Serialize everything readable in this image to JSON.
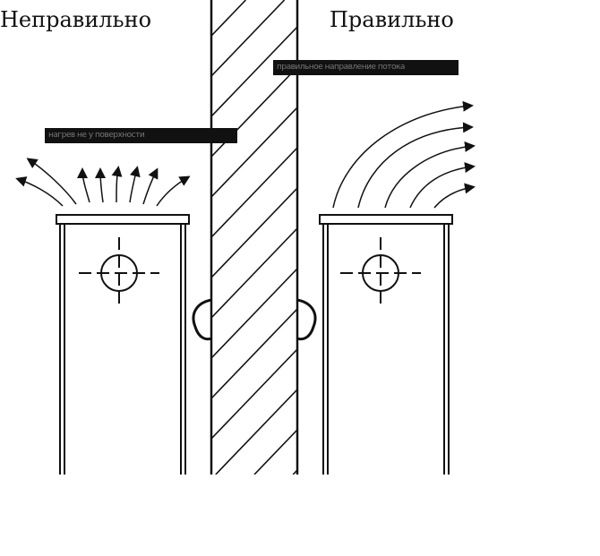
{
  "titles": {
    "wrong": "Неправильно",
    "right": "Правильно"
  },
  "labels": {
    "wrong_caption": "нагрев не у поверхности",
    "right_caption": "правильное направление потока"
  },
  "colors": {
    "ink": "#111111",
    "background": "#ffffff"
  }
}
